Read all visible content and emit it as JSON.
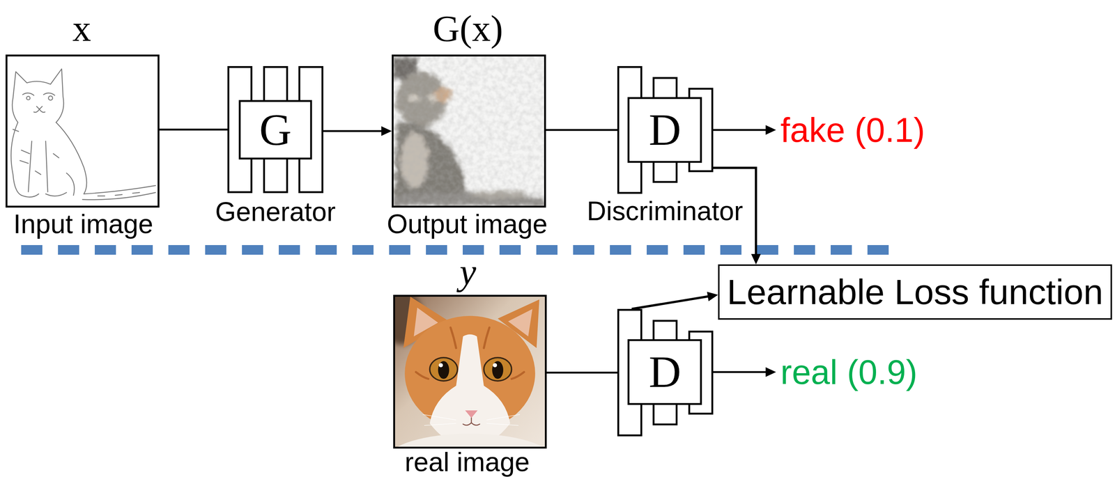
{
  "diagram": {
    "nodes": [
      {
        "text": [
          "x",
          "Input image"
        ]
      },
      {
        "text": [
          "G",
          "Generator"
        ]
      },
      {
        "text": [
          "G(x)",
          "Output image"
        ]
      },
      {
        "text": [
          "D",
          "Discriminator"
        ]
      },
      {
        "text": [
          "Learnable Loss function"
        ]
      },
      {
        "text": [
          "y",
          "real image"
        ]
      },
      {
        "text": [
          "D"
        ]
      }
    ],
    "edges": [
      {
        "from": 0,
        "to": 1,
        "arrow": "none"
      },
      {
        "from": 1,
        "to": 2,
        "arrow": "to"
      },
      {
        "from": 2,
        "to": 3,
        "arrow": "none"
      },
      {
        "from": 3,
        "to": 4,
        "arrow": "to"
      },
      {
        "from": 6,
        "to": 4,
        "arrow": "to"
      },
      {
        "from": 5,
        "to": 6,
        "arrow": "none"
      }
    ],
    "labels": [
      "fake (0.1)",
      "real (0.9)"
    ]
  }
}
